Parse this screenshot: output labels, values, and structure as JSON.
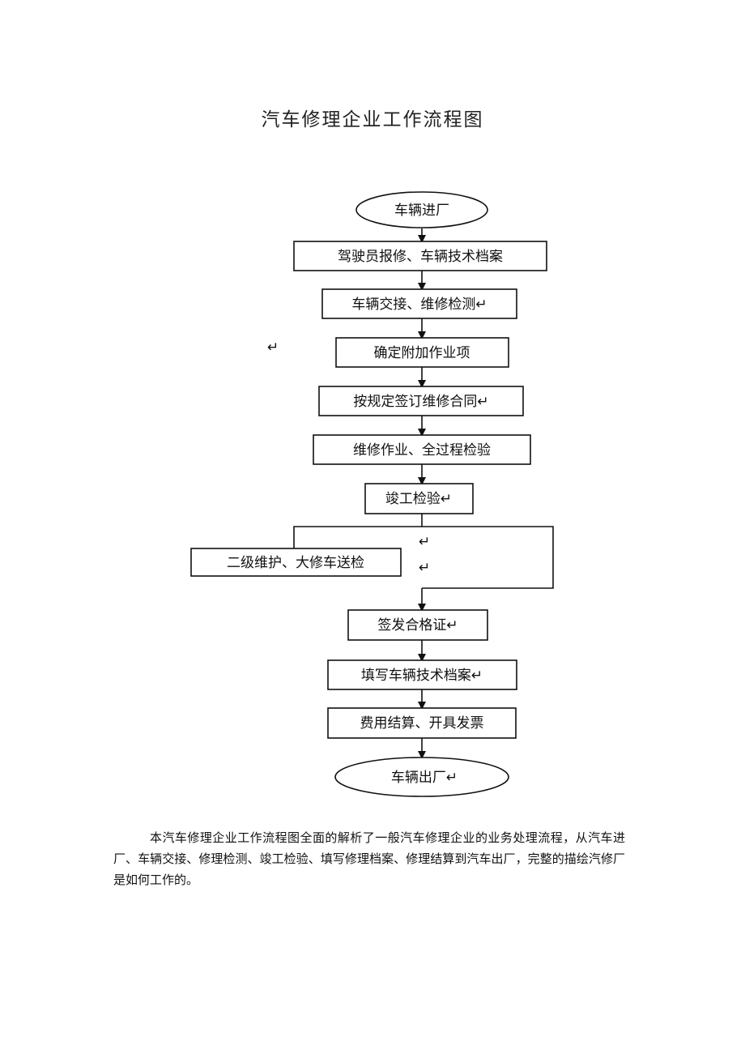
{
  "document": {
    "title": "汽车修理企业工作流程图",
    "paragraph": "本汽车修理企业工作流程图全面的解析了一般汽车修理企业的业务处理流程，从汽车进厂、车辆交接、修理检测、竣工检验、填写修理档案、修理结算到汽车出厂，完整的描绘汽修厂是如何工作的。"
  },
  "flowchart": {
    "nodes": [
      {
        "id": "start",
        "shape": "ellipse",
        "label": "车辆进厂"
      },
      {
        "id": "n1",
        "shape": "box",
        "label": "驾驶员报修、车辆技术档案"
      },
      {
        "id": "n2",
        "shape": "box",
        "label": "车辆交接、维修检测↵"
      },
      {
        "id": "n3",
        "shape": "box",
        "label": "确定附加作业项"
      },
      {
        "id": "n4",
        "shape": "box",
        "label": "按规定签订维修合同↵"
      },
      {
        "id": "n5",
        "shape": "box",
        "label": "维修作业、全过程检验"
      },
      {
        "id": "n6",
        "shape": "box",
        "label": "竣工检验↵"
      },
      {
        "id": "side",
        "shape": "box",
        "label": "二级维护、大修车送检"
      },
      {
        "id": "n7",
        "shape": "box",
        "label": "签发合格证↵"
      },
      {
        "id": "n8",
        "shape": "box",
        "label": "填写车辆技术档案↵"
      },
      {
        "id": "n9",
        "shape": "box",
        "label": "费用结算、开具发票"
      },
      {
        "id": "end",
        "shape": "ellipse",
        "label": "车辆出厂↵"
      }
    ],
    "stray_marks": [
      "↵",
      "↵",
      "↵"
    ]
  }
}
